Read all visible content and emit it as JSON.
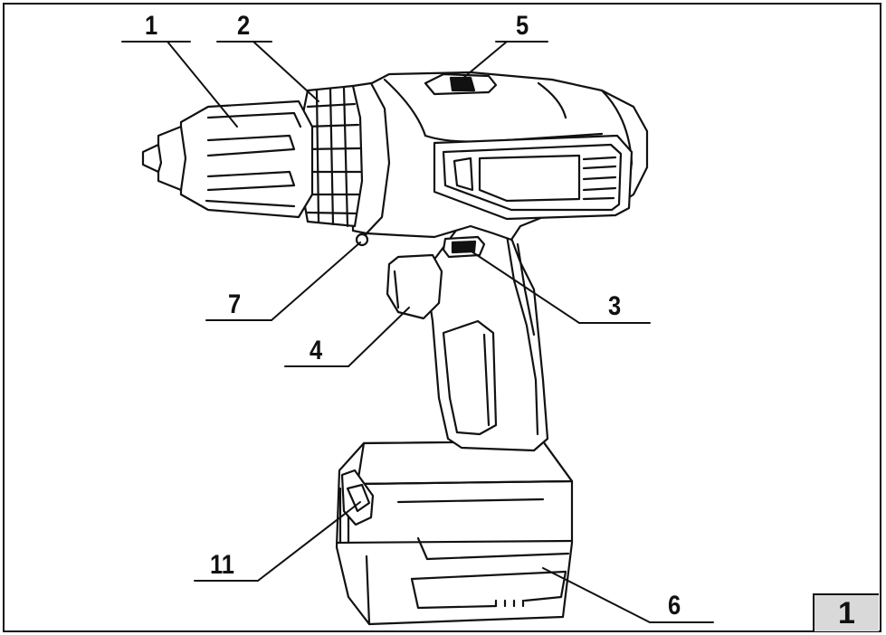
{
  "figure": {
    "number": "1",
    "callouts": [
      {
        "id": "c1",
        "label": "1",
        "part": "chuck"
      },
      {
        "id": "c2",
        "label": "2",
        "part": "torque-ring"
      },
      {
        "id": "c5",
        "label": "5",
        "part": "gear-selector"
      },
      {
        "id": "c7",
        "label": "7",
        "part": "work-light"
      },
      {
        "id": "c3",
        "label": "3",
        "part": "direction-switch"
      },
      {
        "id": "c4",
        "label": "4",
        "part": "trigger"
      },
      {
        "id": "c11",
        "label": "11",
        "part": "battery-release"
      },
      {
        "id": "c6",
        "label": "6",
        "part": "battery-pack"
      }
    ]
  },
  "colors": {
    "line": "#111111",
    "badge": "#d9d9d9",
    "paper": "#ffffff"
  }
}
